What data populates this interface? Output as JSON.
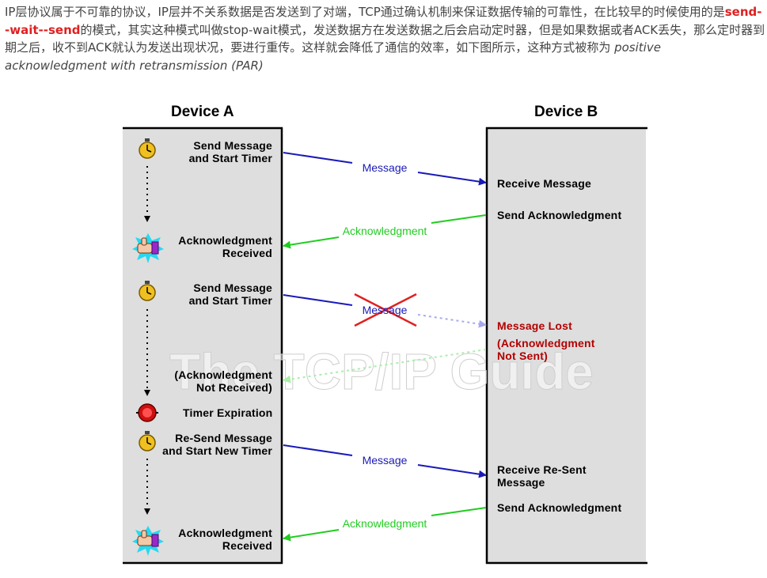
{
  "intro": {
    "p1": "IP层协议属于不可靠的协议，IP层并不关系数据是否发送到了对端，TCP通过确认机制来保证数据传输的可靠性，在比较早的时候使用的是",
    "p1_highlight": "send--wait--send",
    "p1_rest": "的模式，其实这种模式叫做stop-wait模式，发送数据方在发送数据之后会启动定时器，但是如果数据或者ACK丢失，那么定时器到期之后，收不到ACK就认为发送出现状况，要进行重传。这样就会降低了通信的效率，如下图所示，这种方式被称为 ",
    "p1_italic": "positive acknowledgment with retransmission (PAR)"
  },
  "diagram": {
    "device_a": "Device A",
    "device_b": "Device B",
    "watermark": "The TCP/IP Guide",
    "a_labels": {
      "send1_l1": "Send Message",
      "send1_l2": "and Start Timer",
      "ack1_l1": "Acknowledgment",
      "ack1_l2": "Received",
      "send2_l1": "Send Message",
      "send2_l2": "and Start Timer",
      "notrecv_l1": "(Acknowledgment",
      "notrecv_l2": "Not Received)",
      "expire": "Timer Expiration",
      "resend_l1": "Re-Send Message",
      "resend_l2": "and Start New Timer",
      "ack2_l1": "Acknowledgment",
      "ack2_l2": "Received"
    },
    "b_labels": {
      "recv1": "Receive Message",
      "sendack1": "Send Acknowledgment",
      "lost": "Message Lost",
      "notsent_l1": "(Acknowledgment",
      "notsent_l2": "Not Sent)",
      "recv2_l1": "Receive Re-Sent",
      "recv2_l2": "Message",
      "sendack2": "Send Acknowledgment"
    },
    "arrows": {
      "msg1": "Message",
      "ack1": "Acknowledgment",
      "msg2_lost": "Message",
      "msg3": "Message",
      "ack3": "Acknowledgment"
    },
    "icons": [
      "stopwatch-icon",
      "thumbs-up-icon",
      "stopwatch-icon",
      "alarm-expired-icon",
      "stopwatch-icon",
      "thumbs-up-icon"
    ],
    "colors": {
      "panel": "#dedede",
      "message": "#1a1ab8",
      "ack": "#22cc22",
      "lost": "#b30000",
      "cross": "#e02020"
    }
  }
}
